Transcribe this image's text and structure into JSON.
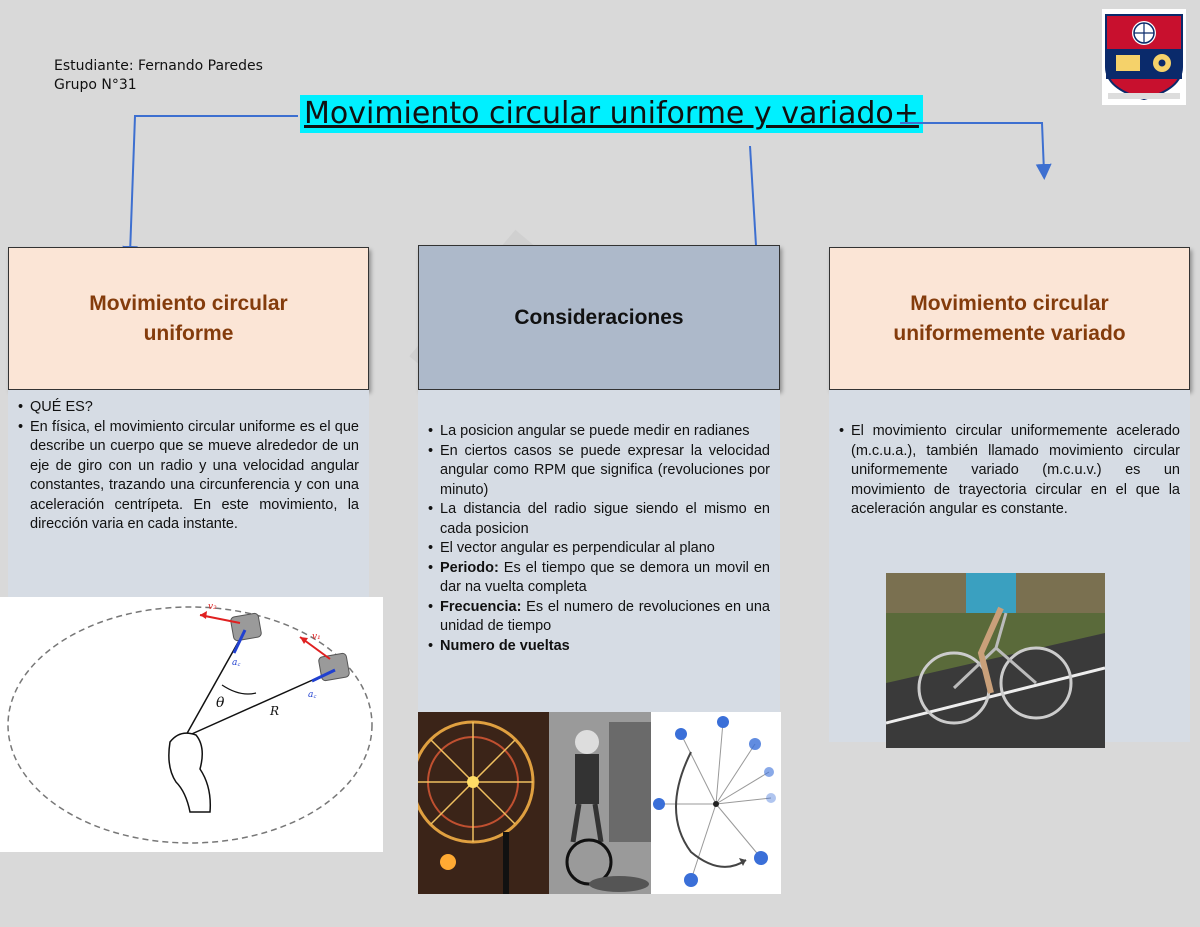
{
  "header": {
    "student": "Estudiante: Fernando Paredes",
    "group": "Grupo N°31",
    "title": "Movimiento circular uniforme y variado+"
  },
  "columns": {
    "left": {
      "heading": "Movimiento circular uniforme",
      "bullets": [
        "QUÉ ES?",
        "En física, el movimiento circular uniforme es el que describe un cuerpo que se mueve alrededor de un eje de giro con un radio y una velocidad angular constantes, trazando una circunferencia y con una aceleración centrípeta. En este movimiento, la dirección varia en cada instante."
      ],
      "diagram": {
        "theta": "θ",
        "radius": "R",
        "v1": "v₁",
        "v2": "v₂",
        "ac": "a꜀"
      }
    },
    "middle": {
      "heading": "Consideraciones",
      "bullets": [
        {
          "bold": "",
          "text": "La posicion angular se puede medir en radianes"
        },
        {
          "bold": "",
          "text": "En ciertos casos se puede expresar la velocidad angular como RPM que significa (revoluciones por minuto)"
        },
        {
          "bold": "",
          "text": "La distancia del radio sigue siendo el mismo en cada posicion"
        },
        {
          "bold": "",
          "text": "El vector angular es perpendicular al plano"
        },
        {
          "bold": "Periodo:",
          "text": " Es el tiempo que se demora un movil en dar na vuelta completa"
        },
        {
          "bold": "Frecuencia:",
          "text": " Es el numero de revoluciones en una unidad de tiempo"
        },
        {
          "bold": "Numero de vueltas",
          "text": ""
        }
      ]
    },
    "right": {
      "heading": "Movimiento circular uniformemente variado",
      "bullets": [
        "El movimiento circular uniformemente acelerado (m.c.u.a.), también llamado movimiento circular uniformemente variado (m.c.u.v.) es un movimiento de trayectoria circular en el que la aceleración angular es constante."
      ]
    }
  },
  "colors": {
    "title_highlight": "#00f0ff",
    "peach_box": "#fbe5d6",
    "peach_text": "#843c0c",
    "blue_box": "#adb9ca",
    "panel": "#d6dce4",
    "arrow": "#3d6fd0"
  }
}
